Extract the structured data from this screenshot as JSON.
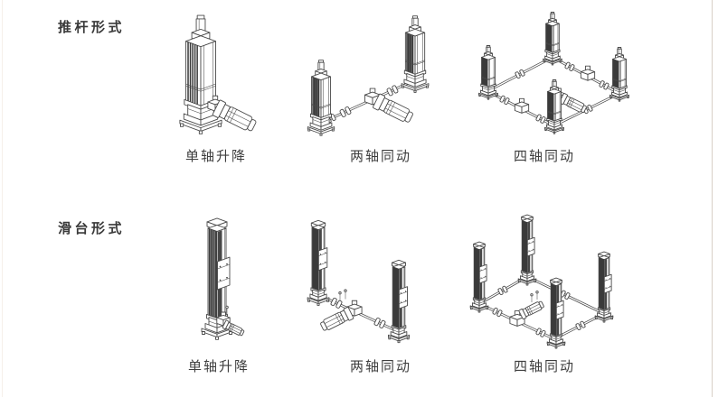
{
  "page": {
    "background": "#ffffff",
    "line_color": "#4a4a4a",
    "text_color": "#3e3e3e",
    "right_border_color": "#d9d0c6"
  },
  "sections": [
    {
      "id": "rod",
      "label": "推杆形式",
      "figures": [
        {
          "caption": "单轴升降",
          "drawing": "single-axis-rod-actuator"
        },
        {
          "caption": "两轴同动",
          "drawing": "dual-axis-synchronized-rod-actuators"
        },
        {
          "caption": "四轴同动",
          "drawing": "quad-axis-synchronized-rod-actuators"
        }
      ]
    },
    {
      "id": "slide",
      "label": "滑台形式",
      "figures": [
        {
          "caption": "单轴升降",
          "drawing": "single-axis-slide-actuator"
        },
        {
          "caption": "两轴同动",
          "drawing": "dual-axis-synchronized-slide-actuators"
        },
        {
          "caption": "四轴同动",
          "drawing": "quad-axis-synchronized-slide-actuators"
        }
      ]
    }
  ]
}
